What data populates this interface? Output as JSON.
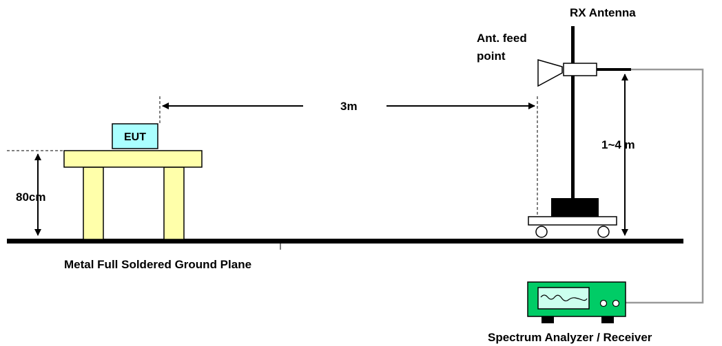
{
  "labels": {
    "rx_antenna": "RX Antenna",
    "ant_feed_line1": "Ant. feed",
    "ant_feed_line2": "point",
    "distance": "3m",
    "eut": "EUT",
    "table_height": "80cm",
    "antenna_height": "1~4 m",
    "ground_plane": "Metal Full Soldered Ground Plane",
    "analyzer": "Spectrum Analyzer / Receiver"
  },
  "colors": {
    "table": "#ffffaa",
    "eut": "#aaffff",
    "analyzer_body": "#00cc66",
    "analyzer_screen": "#ccffee",
    "cable": "#999999",
    "black": "#000000"
  }
}
